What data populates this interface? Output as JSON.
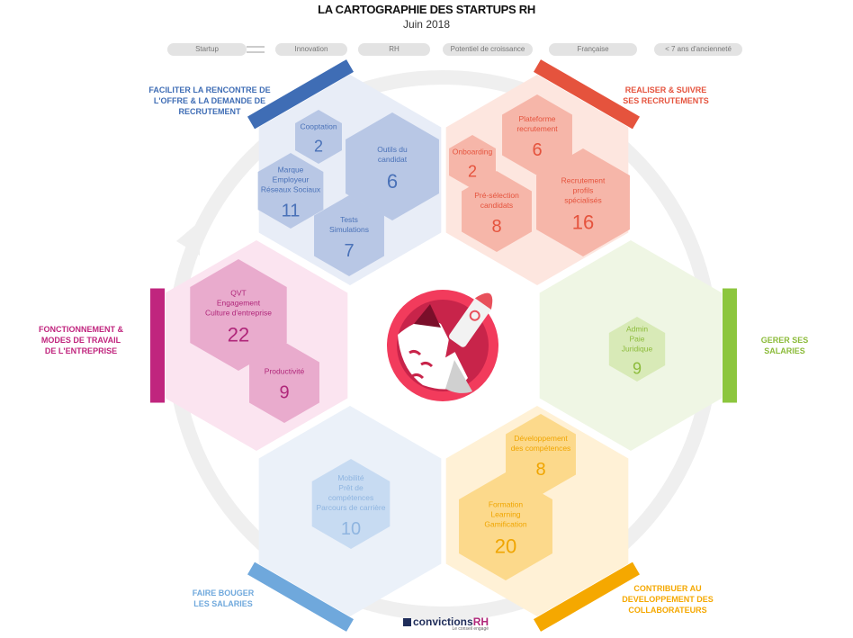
{
  "title": "LA CARTOGRAPHIE DES STARTUPS RH",
  "subtitle": "Juin 2018",
  "legend": {
    "startup": "Startup",
    "criteria": [
      "Innovation",
      "RH",
      "Potentiel de croissance",
      "Française",
      "< 7 ans d'ancienneté"
    ]
  },
  "categories": [
    {
      "id": "offre-demande",
      "title": [
        "FACILITER LA RENCONTRE DE",
        "L'OFFRE & LA DEMANDE DE",
        "RECRUTEMENT"
      ],
      "color": "#3f6db5",
      "bg": "#e8edf7",
      "hex": "#b8c7e5",
      "text": "#4a72b8",
      "items": [
        {
          "label": [
            "Cooptation"
          ],
          "count": "2"
        },
        {
          "label": [
            "Outils du",
            "candidat"
          ],
          "count": "6"
        },
        {
          "label": [
            "Marque",
            "Employeur",
            "Réseaux Sociaux"
          ],
          "count": "11"
        },
        {
          "label": [
            "Tests",
            "Simulations"
          ],
          "count": "7"
        }
      ]
    },
    {
      "id": "recrutements",
      "title": [
        "REALISER & SUIVRE",
        "SES RECRUTEMENTS"
      ],
      "color": "#e5533d",
      "bg": "#fde6df",
      "hex": "#f6b6a9",
      "text": "#e5533d",
      "items": [
        {
          "label": [
            "Plateforme",
            "recrutement"
          ],
          "count": "6"
        },
        {
          "label": [
            "Onboarding"
          ],
          "count": "2"
        },
        {
          "label": [
            "Pré-sélection",
            "candidats"
          ],
          "count": "8"
        },
        {
          "label": [
            "Recrutement",
            "profils",
            "spécialisés"
          ],
          "count": "16"
        }
      ]
    },
    {
      "id": "salaries",
      "title": [
        "GERER SES",
        "SALARIES"
      ],
      "color": "#8cc63e",
      "bg": "#eff6e4",
      "hex": "#d8eab7",
      "text": "#8cbb3a",
      "items": [
        {
          "label": [
            "Admin",
            "Paie",
            "Juridique"
          ],
          "count": "9"
        }
      ]
    },
    {
      "id": "developpement",
      "title": [
        "CONTRIBUER AU",
        "DEVELOPPEMENT DES",
        "COLLABORATEURS"
      ],
      "color": "#f5a800",
      "bg": "#fff1d6",
      "hex": "#fcd98b",
      "text": "#f0a500",
      "items": [
        {
          "label": [
            "Développement",
            "des compétences"
          ],
          "count": "8"
        },
        {
          "label": [
            "Formation",
            "Learning",
            "Gamification"
          ],
          "count": "20"
        }
      ]
    },
    {
      "id": "bouger",
      "title": [
        "FAIRE BOUGER",
        "LES SALARIES"
      ],
      "color": "#6fa8dc",
      "bg": "#ebf1f9",
      "hex": "#c7dbf2",
      "text": "#8fb5e0",
      "items": [
        {
          "label": [
            "Mobilité",
            "Prêt de",
            "compétences",
            "Parcours de carrière"
          ],
          "count": "10"
        }
      ]
    },
    {
      "id": "fonctionnement",
      "title": [
        "FONCTIONNEMENT &",
        "MODES DE TRAVAIL",
        "DE L'ENTREPRISE"
      ],
      "color": "#c0257e",
      "bg": "#fbe4f0",
      "hex": "#e9abcd",
      "text": "#b0277a",
      "items": [
        {
          "label": [
            "QVT",
            "Engagement",
            "Culture d'entreprise"
          ],
          "count": "22"
        },
        {
          "label": [
            "Productivité"
          ],
          "count": "9"
        }
      ]
    }
  ],
  "logo": {
    "brand": "convictions",
    "brand_suffix": "RH",
    "tagline": "Le conseil engagé"
  }
}
